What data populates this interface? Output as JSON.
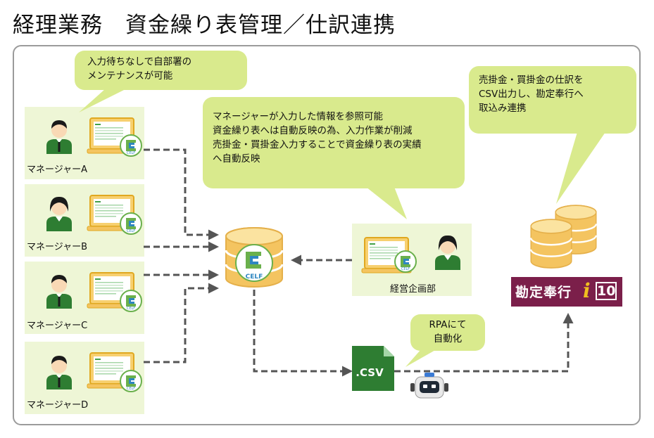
{
  "title": "経理業務　資金繰り表管理／仕訳連携",
  "managers": [
    {
      "label": "マネージャーA"
    },
    {
      "label": "マネージャーB"
    },
    {
      "label": "マネージャーC"
    },
    {
      "label": "マネージャーD"
    }
  ],
  "bubbles": {
    "top_left": [
      "入力待ちなしで自部署の",
      "メンテナンスが可能"
    ],
    "center": [
      "マネージャーが入力した情報を参照可能",
      "資金繰り表へは自動反映の為、入力作業が削減",
      "売掛金・買掛金入力することで資金繰り表の実績",
      "へ自動反映"
    ],
    "right": [
      "売掛金・買掛金の仕訳を",
      "CSV出力し、勘定奉行へ",
      "取込み連携"
    ],
    "rpa": [
      "RPAにて",
      "自動化"
    ]
  },
  "planning_label": "経営企画部",
  "celf_logo": "CELF",
  "csv_label": ".CSV",
  "kanjo": {
    "text": "勘定奉行",
    "i": "i",
    "version": "10"
  },
  "colors": {
    "bubble": "#d9ea8d",
    "panel": "#eef6d6",
    "arrow": "#555555",
    "db": "#f4c460",
    "kanjo": "#7b1f4a",
    "csv": "#2e7d32"
  }
}
